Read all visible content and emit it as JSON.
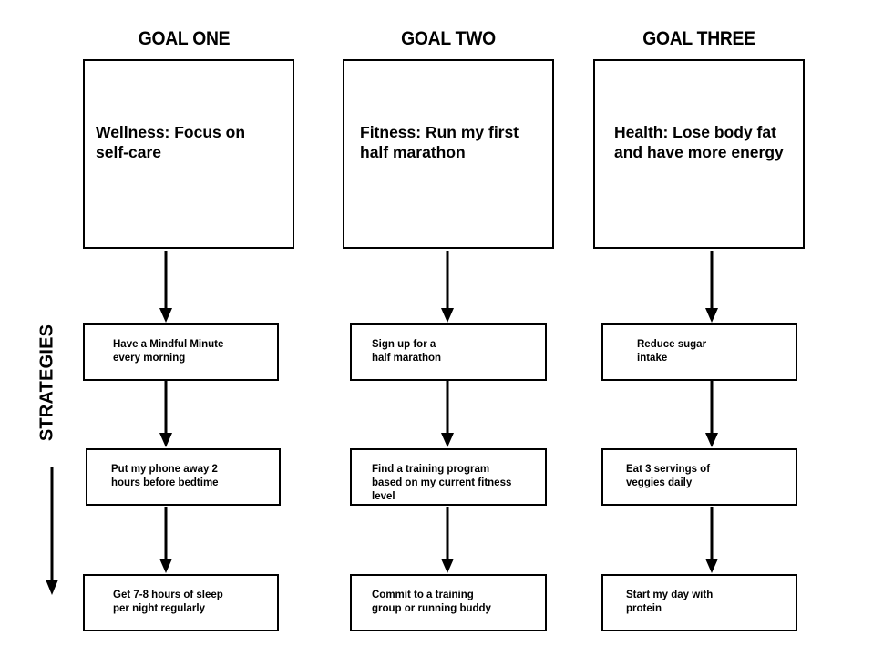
{
  "strategies_label": "STRATEGIES",
  "goals": [
    {
      "title": "GOAL ONE",
      "description": "Wellness: Focus on self-care",
      "strategies": [
        "Have a Mindful Minute\nevery morning",
        "Put my phone away 2\nhours before bedtime",
        "Get 7-8 hours of sleep\nper night regularly"
      ]
    },
    {
      "title": "GOAL TWO",
      "description": "Fitness: Run my first half marathon",
      "strategies": [
        "Sign up for a\nhalf marathon",
        "Find a training program\nbased on my current fitness\nlevel",
        "Commit to a training\ngroup or running buddy"
      ]
    },
    {
      "title": "GOAL THREE",
      "description": "Health: Lose body fat and have more energy",
      "strategies": [
        "Reduce sugar\nintake",
        "Eat 3 servings of\nveggies daily",
        "Start my day with\nprotein"
      ]
    }
  ]
}
